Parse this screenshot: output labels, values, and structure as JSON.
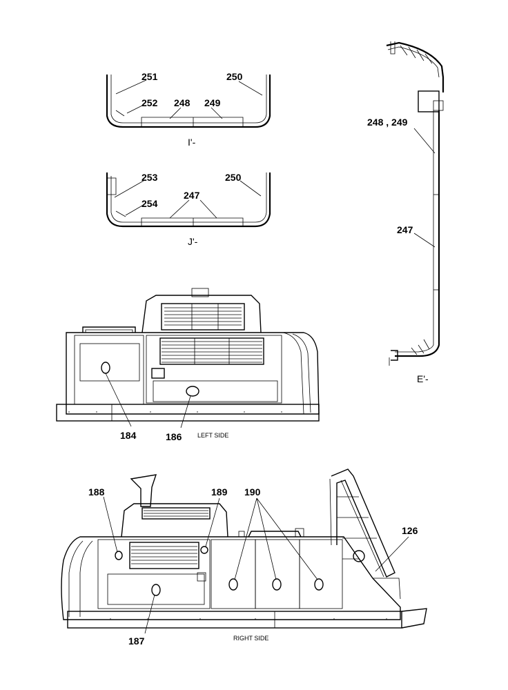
{
  "views": {
    "i": {
      "caption": "I'-",
      "labels": [
        "251",
        "250",
        "252",
        "248",
        "249"
      ]
    },
    "j": {
      "caption": "J'-",
      "labels": [
        "253",
        "250",
        "254",
        "247"
      ]
    },
    "e": {
      "caption": "E'-",
      "labels": [
        "248 , 249",
        "247"
      ]
    },
    "left": {
      "caption": "LEFT SIDE",
      "labels": [
        "184",
        "186"
      ]
    },
    "right": {
      "caption": "RIGHT SIDE",
      "labels": [
        "188",
        "189",
        "190",
        "126",
        "187"
      ]
    }
  }
}
